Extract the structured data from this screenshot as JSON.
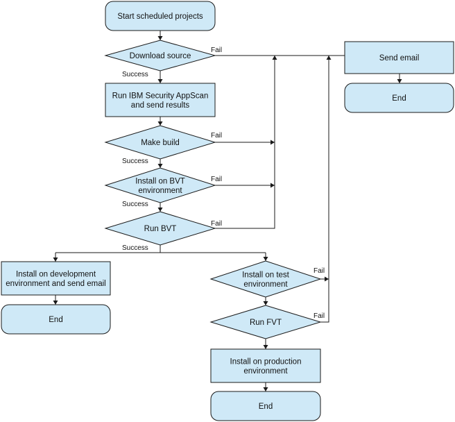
{
  "nodes": {
    "start": [
      "Start scheduled projects"
    ],
    "download": [
      "Download source"
    ],
    "appscan": [
      "Run IBM Security AppScan",
      "and send results"
    ],
    "make_build": [
      "Make build"
    ],
    "install_bvt": [
      "Install on BVT",
      "environment"
    ],
    "run_bvt": [
      "Run BVT"
    ],
    "install_dev": [
      "Install on development",
      "environment and send email"
    ],
    "end_dev": [
      "End"
    ],
    "install_test": [
      "Install on test",
      "environment"
    ],
    "run_fvt": [
      "Run FVT"
    ],
    "install_prod": [
      "Install on production",
      "environment"
    ],
    "end_prod": [
      "End"
    ],
    "send_email": [
      "Send email"
    ],
    "end_email": [
      "End"
    ]
  },
  "edge_labels": {
    "fail": "Fail",
    "success": "Success"
  }
}
